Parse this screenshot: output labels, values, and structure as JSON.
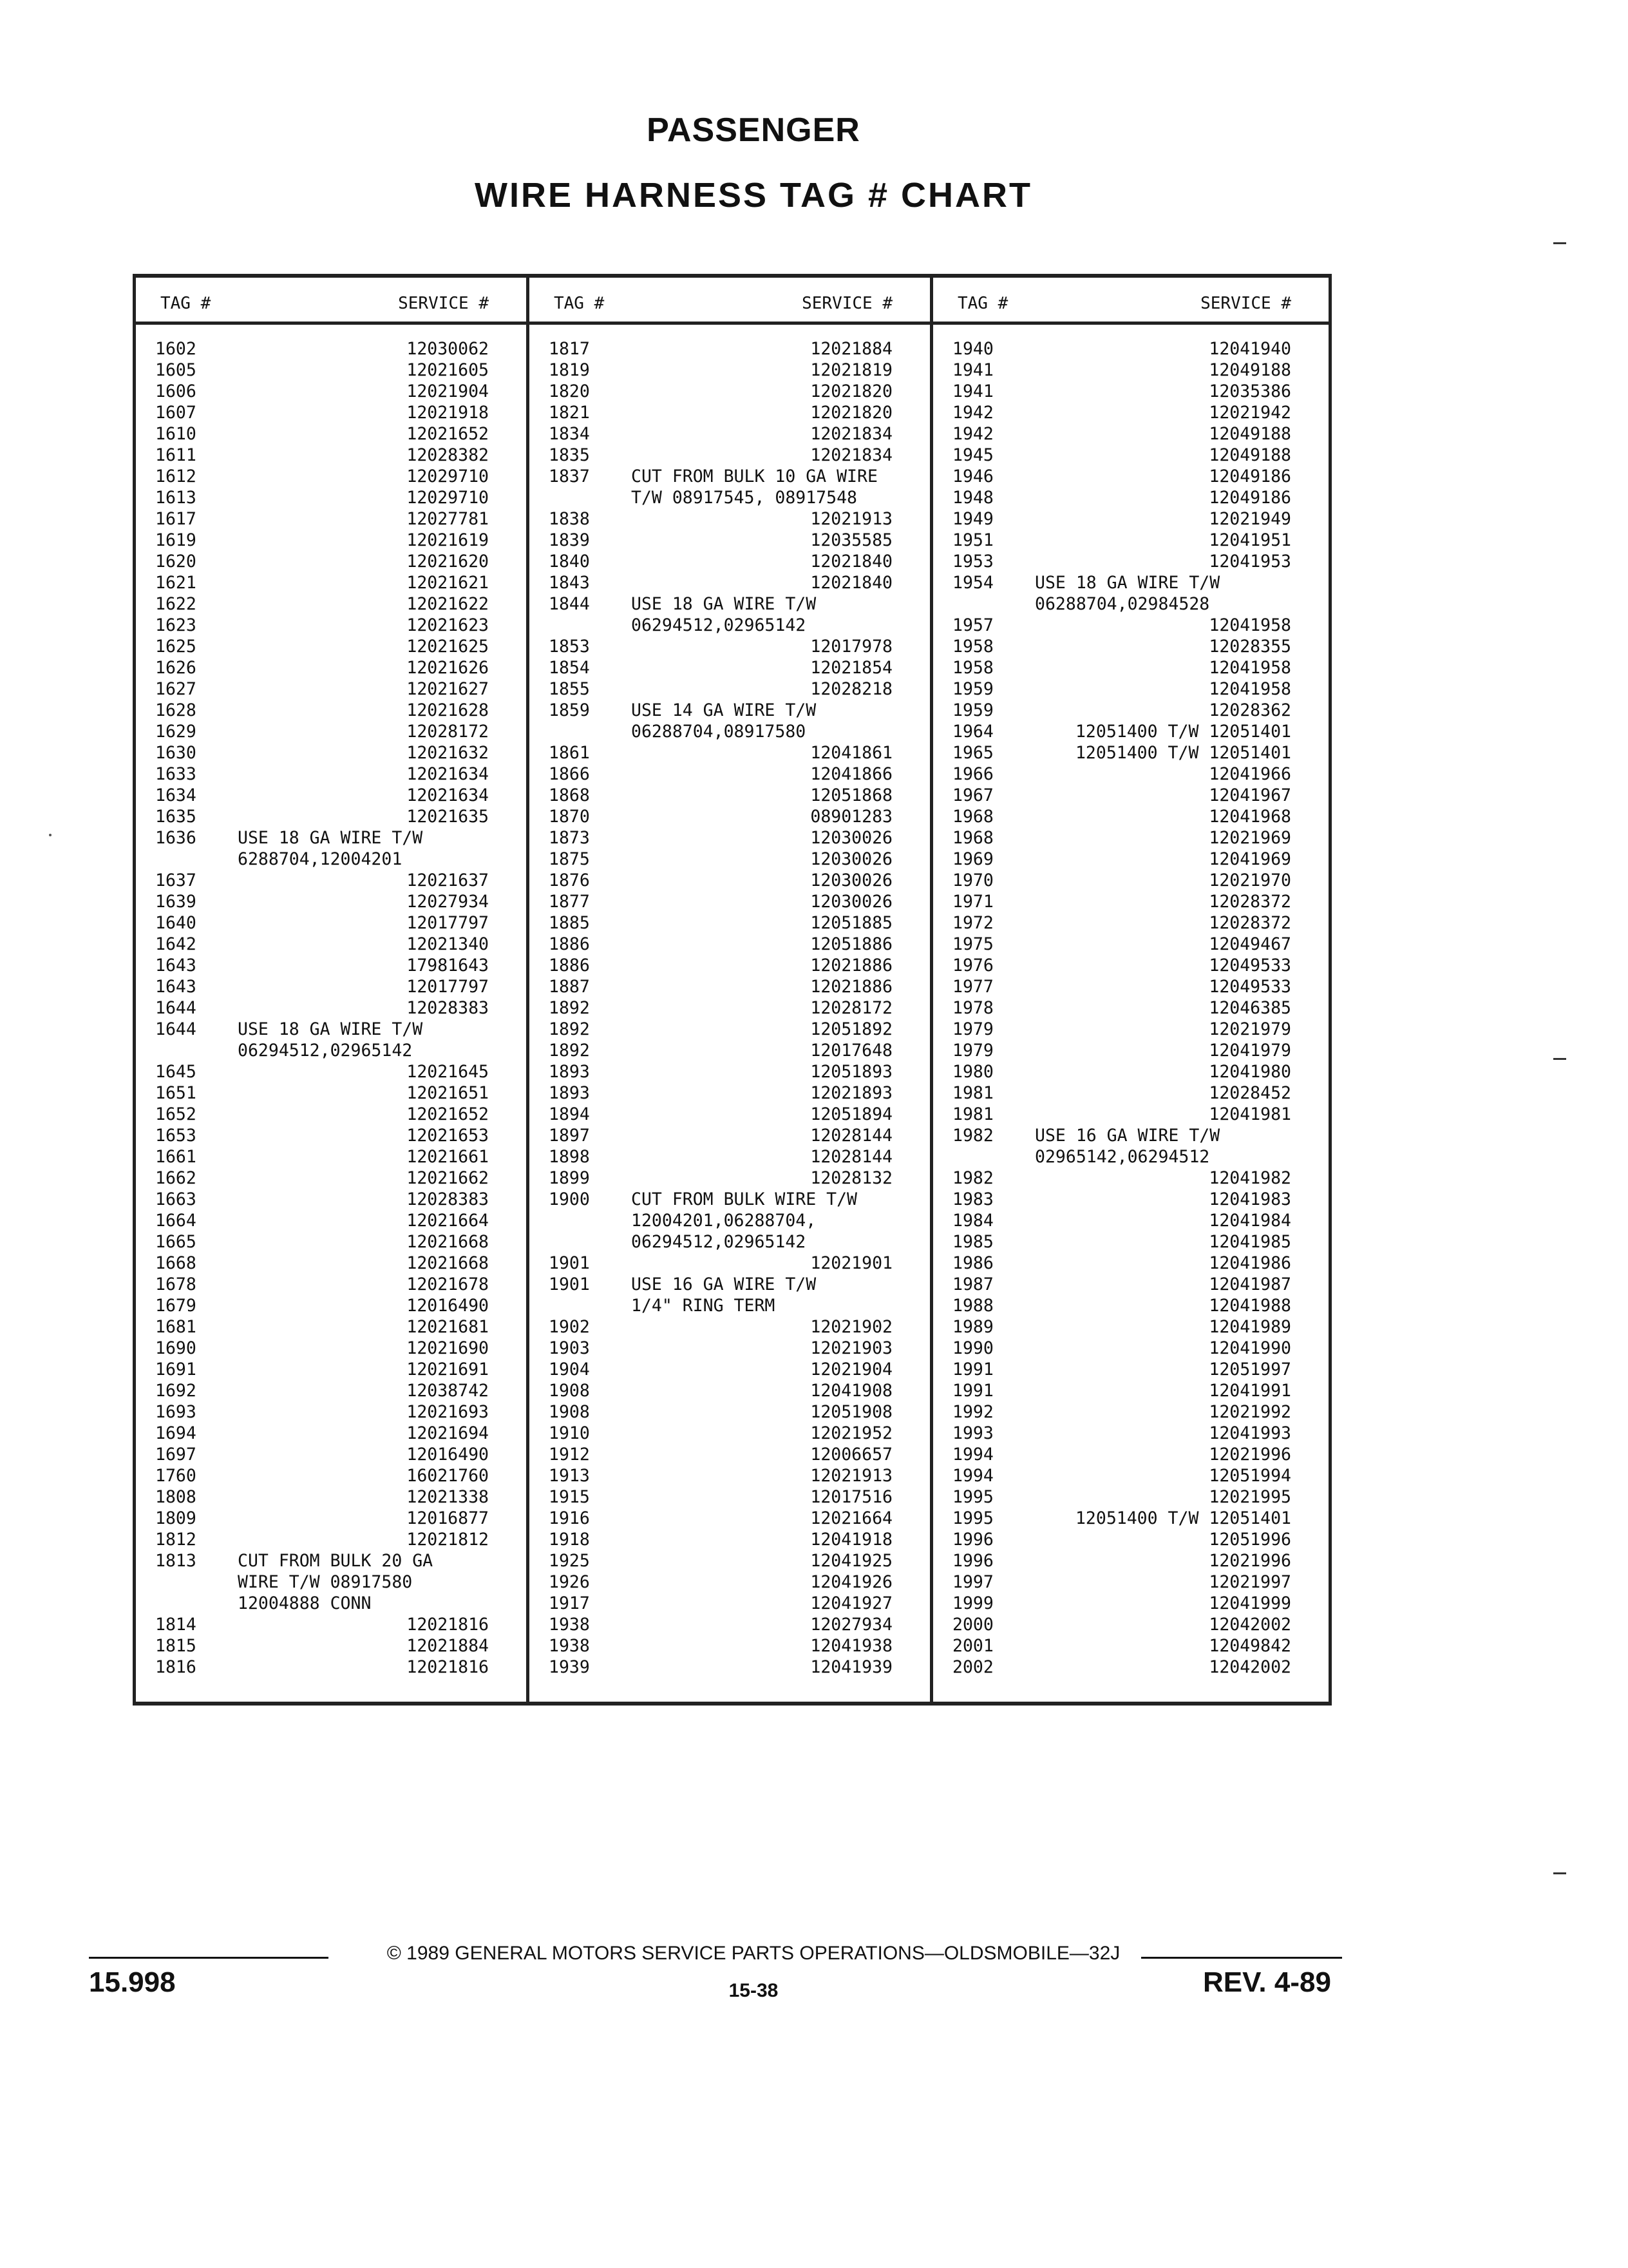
{
  "page": {
    "title": "PASSENGER",
    "subtitle": "WIRE HARNESS TAG # CHART"
  },
  "table": {
    "header_tag": "TAG #",
    "header_service": "SERVICE #",
    "columns": [
      [
        [
          "1602",
          "12030062"
        ],
        [
          "1605",
          "12021605"
        ],
        [
          "1606",
          "12021904"
        ],
        [
          "1607",
          "12021918"
        ],
        [
          "1610",
          "12021652"
        ],
        [
          "1611",
          "12028382"
        ],
        [
          "1612",
          "12029710"
        ],
        [
          "1613",
          "12029710"
        ],
        [
          "1617",
          "12027781"
        ],
        [
          "1619",
          "12021619"
        ],
        [
          "1620",
          "12021620"
        ],
        [
          "1621",
          "12021621"
        ],
        [
          "1622",
          "12021622"
        ],
        [
          "1623",
          "12021623"
        ],
        [
          "1625",
          "12021625"
        ],
        [
          "1626",
          "12021626"
        ],
        [
          "1627",
          "12021627"
        ],
        [
          "1628",
          "12021628"
        ],
        [
          "1629",
          "12028172"
        ],
        [
          "1630",
          "12021632"
        ],
        [
          "1633",
          "12021634"
        ],
        [
          "1634",
          "12021634"
        ],
        [
          "1635",
          "12021635"
        ],
        [
          "1636",
          "",
          "USE 18 GA WIRE T/W"
        ],
        [
          "",
          "",
          "6288704,12004201"
        ],
        [
          "1637",
          "12021637"
        ],
        [
          "1639",
          "12027934"
        ],
        [
          "1640",
          "12017797"
        ],
        [
          "1642",
          "12021340"
        ],
        [
          "1643",
          "17981643"
        ],
        [
          "1643",
          "12017797"
        ],
        [
          "1644",
          "12028383"
        ],
        [
          "1644",
          "",
          "USE 18 GA WIRE T/W"
        ],
        [
          "",
          "",
          "06294512,02965142"
        ],
        [
          "1645",
          "12021645"
        ],
        [
          "1651",
          "12021651"
        ],
        [
          "1652",
          "12021652"
        ],
        [
          "1653",
          "12021653"
        ],
        [
          "1661",
          "12021661"
        ],
        [
          "1662",
          "12021662"
        ],
        [
          "1663",
          "12028383"
        ],
        [
          "1664",
          "12021664"
        ],
        [
          "1665",
          "12021668"
        ],
        [
          "1668",
          "12021668"
        ],
        [
          "1678",
          "12021678"
        ],
        [
          "1679",
          "12016490"
        ],
        [
          "1681",
          "12021681"
        ],
        [
          "1690",
          "12021690"
        ],
        [
          "1691",
          "12021691"
        ],
        [
          "1692",
          "12038742"
        ],
        [
          "1693",
          "12021693"
        ],
        [
          "1694",
          "12021694"
        ],
        [
          "1697",
          "12016490"
        ],
        [
          "1760",
          "16021760"
        ],
        [
          "1808",
          "12021338"
        ],
        [
          "1809",
          "12016877"
        ],
        [
          "1812",
          "12021812"
        ],
        [
          "1813",
          "",
          "CUT FROM BULK 20 GA"
        ],
        [
          "",
          "",
          "WIRE T/W 08917580"
        ],
        [
          "",
          "",
          "12004888 CONN"
        ],
        [
          "1814",
          "12021816"
        ],
        [
          "1815",
          "12021884"
        ],
        [
          "1816",
          "12021816"
        ]
      ],
      [
        [
          "1817",
          "12021884"
        ],
        [
          "1819",
          "12021819"
        ],
        [
          "1820",
          "12021820"
        ],
        [
          "1821",
          "12021820"
        ],
        [
          "1834",
          "12021834"
        ],
        [
          "1835",
          "12021834"
        ],
        [
          "1837",
          "",
          "CUT FROM BULK 10 GA WIRE"
        ],
        [
          "",
          "",
          "T/W 08917545, 08917548"
        ],
        [
          "1838",
          "12021913"
        ],
        [
          "1839",
          "12035585"
        ],
        [
          "1840",
          "12021840"
        ],
        [
          "1843",
          "12021840"
        ],
        [
          "1844",
          "",
          "USE 18 GA WIRE T/W"
        ],
        [
          "",
          "",
          "06294512,02965142"
        ],
        [
          "1853",
          "12017978"
        ],
        [
          "1854",
          "12021854"
        ],
        [
          "1855",
          "12028218"
        ],
        [
          "1859",
          "",
          "USE 14 GA WIRE T/W"
        ],
        [
          "",
          "",
          "06288704,08917580"
        ],
        [
          "1861",
          "12041861"
        ],
        [
          "1866",
          "12041866"
        ],
        [
          "1868",
          "12051868"
        ],
        [
          "1870",
          "08901283"
        ],
        [
          "1873",
          "12030026"
        ],
        [
          "1875",
          "12030026"
        ],
        [
          "1876",
          "12030026"
        ],
        [
          "1877",
          "12030026"
        ],
        [
          "1885",
          "12051885"
        ],
        [
          "1886",
          "12051886"
        ],
        [
          "1886",
          "12021886"
        ],
        [
          "1887",
          "12021886"
        ],
        [
          "1892",
          "12028172"
        ],
        [
          "1892",
          "12051892"
        ],
        [
          "1892",
          "12017648"
        ],
        [
          "1893",
          "12051893"
        ],
        [
          "1893",
          "12021893"
        ],
        [
          "1894",
          "12051894"
        ],
        [
          "1897",
          "12028144"
        ],
        [
          "1898",
          "12028144"
        ],
        [
          "1899",
          "12028132"
        ],
        [
          "1900",
          "",
          "CUT FROM BULK WIRE T/W"
        ],
        [
          "",
          "",
          "12004201,06288704,"
        ],
        [
          "",
          "",
          "06294512,02965142"
        ],
        [
          "1901",
          "12021901"
        ],
        [
          "1901",
          "",
          "USE 16 GA WIRE T/W"
        ],
        [
          "",
          "",
          "1/4\" RING TERM"
        ],
        [
          "1902",
          "12021902"
        ],
        [
          "1903",
          "12021903"
        ],
        [
          "1904",
          "12021904"
        ],
        [
          "1908",
          "12041908"
        ],
        [
          "1908",
          "12051908"
        ],
        [
          "1910",
          "12021952"
        ],
        [
          "1912",
          "12006657"
        ],
        [
          "1913",
          "12021913"
        ],
        [
          "1915",
          "12017516"
        ],
        [
          "1916",
          "12021664"
        ],
        [
          "1918",
          "12041918"
        ],
        [
          "1925",
          "12041925"
        ],
        [
          "1926",
          "12041926"
        ],
        [
          "1917",
          "12041927"
        ],
        [
          "1938",
          "12027934"
        ],
        [
          "1938",
          "12041938"
        ],
        [
          "1939",
          "12041939"
        ]
      ],
      [
        [
          "1940",
          "12041940"
        ],
        [
          "1941",
          "12049188"
        ],
        [
          "1941",
          "12035386"
        ],
        [
          "1942",
          "12021942"
        ],
        [
          "1942",
          "12049188"
        ],
        [
          "1945",
          "12049188"
        ],
        [
          "1946",
          "12049186"
        ],
        [
          "1948",
          "12049186"
        ],
        [
          "1949",
          "12021949"
        ],
        [
          "1951",
          "12041951"
        ],
        [
          "1953",
          "12041953"
        ],
        [
          "1954",
          "",
          "USE 18 GA WIRE T/W"
        ],
        [
          "",
          "",
          "06288704,02984528"
        ],
        [
          "1957",
          "12041958"
        ],
        [
          "1958",
          "12028355"
        ],
        [
          "1958",
          "12041958"
        ],
        [
          "1959",
          "12041958"
        ],
        [
          "1959",
          "12028362"
        ],
        [
          "1964",
          "12051400 T/W 12051401"
        ],
        [
          "1965",
          "12051400 T/W 12051401"
        ],
        [
          "1966",
          "12041966"
        ],
        [
          "1967",
          "12041967"
        ],
        [
          "1968",
          "12041968"
        ],
        [
          "1968",
          "12021969"
        ],
        [
          "1969",
          "12041969"
        ],
        [
          "1970",
          "12021970"
        ],
        [
          "1971",
          "12028372"
        ],
        [
          "1972",
          "12028372"
        ],
        [
          "1975",
          "12049467"
        ],
        [
          "1976",
          "12049533"
        ],
        [
          "1977",
          "12049533"
        ],
        [
          "1978",
          "12046385"
        ],
        [
          "1979",
          "12021979"
        ],
        [
          "1979",
          "12041979"
        ],
        [
          "1980",
          "12041980"
        ],
        [
          "1981",
          "12028452"
        ],
        [
          "1981",
          "12041981"
        ],
        [
          "1982",
          "",
          "USE 16 GA WIRE T/W"
        ],
        [
          "",
          "",
          "02965142,06294512"
        ],
        [
          "1982",
          "12041982"
        ],
        [
          "1983",
          "12041983"
        ],
        [
          "1984",
          "12041984"
        ],
        [
          "1985",
          "12041985"
        ],
        [
          "1986",
          "12041986"
        ],
        [
          "1987",
          "12041987"
        ],
        [
          "1988",
          "12041988"
        ],
        [
          "1989",
          "12041989"
        ],
        [
          "1990",
          "12041990"
        ],
        [
          "1991",
          "12051997"
        ],
        [
          "1991",
          "12041991"
        ],
        [
          "1992",
          "12021992"
        ],
        [
          "1993",
          "12041993"
        ],
        [
          "1994",
          "12021996"
        ],
        [
          "1994",
          "12051994"
        ],
        [
          "1995",
          "12021995"
        ],
        [
          "1995",
          "12051400 T/W 12051401"
        ],
        [
          "1996",
          "12051996"
        ],
        [
          "1996",
          "12021996"
        ],
        [
          "1997",
          "12021997"
        ],
        [
          "1999",
          "12041999"
        ],
        [
          "2000",
          "12042002"
        ],
        [
          "2001",
          "12049842"
        ],
        [
          "2002",
          "12042002"
        ]
      ]
    ]
  },
  "footer": {
    "copyright": "© 1989 GENERAL MOTORS SERVICE PARTS OPERATIONS—OLDSMOBILE—32J",
    "page_number": "15-38",
    "section": "15.998",
    "revision": "REV. 4-89"
  }
}
